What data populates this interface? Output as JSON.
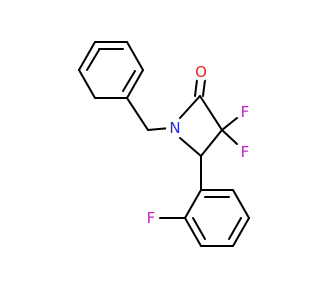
{
  "colors": {
    "background": "#ffffff",
    "bond": "#000000",
    "oxygen": "#e8221e",
    "nitrogen": "#2a2ad9",
    "fluorine": "#bf29bf"
  },
  "atoms": {
    "oxygen": {
      "symbol": "O"
    },
    "nitrogen": {
      "symbol": "N"
    },
    "fluorine_a": {
      "symbol": "F"
    },
    "fluorine_b": {
      "symbol": "F"
    },
    "fluorine_c": {
      "symbol": "F"
    }
  }
}
